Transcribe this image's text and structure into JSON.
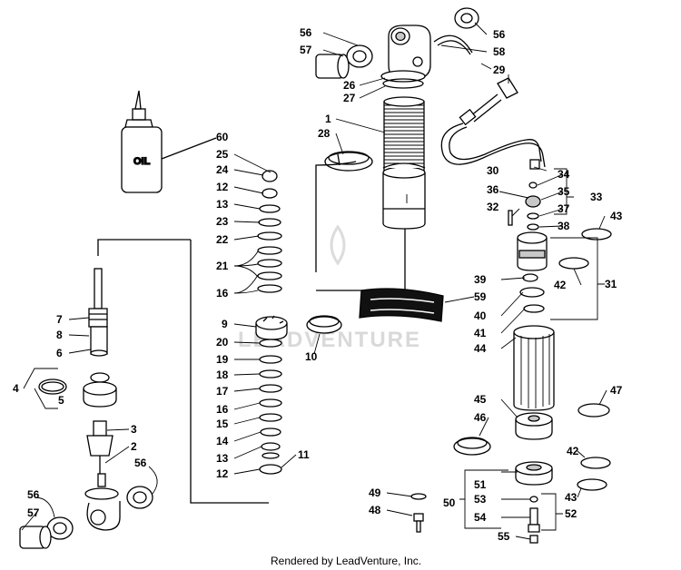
{
  "footer": "Rendered by LeadVenture, Inc.",
  "watermark": "LEADVENTURE",
  "oil_label": "OIL",
  "callouts": [
    "1",
    "2",
    "3",
    "4",
    "5",
    "6",
    "7",
    "8",
    "9",
    "10",
    "11",
    "12",
    "13",
    "14",
    "15",
    "16",
    "17",
    "18",
    "19",
    "20",
    "21",
    "22",
    "23",
    "24",
    "25",
    "26",
    "27",
    "28",
    "29",
    "30",
    "31",
    "32",
    "33",
    "34",
    "35",
    "36",
    "37",
    "38",
    "39",
    "40",
    "41",
    "42",
    "43",
    "44",
    "45",
    "46",
    "47",
    "48",
    "49",
    "50",
    "51",
    "52",
    "53",
    "54",
    "55",
    "56",
    "57",
    "58",
    "59",
    "60"
  ],
  "colors": {
    "line": "#000000",
    "shade": "#c8c8c8",
    "watermark": "#d9d9d9"
  }
}
